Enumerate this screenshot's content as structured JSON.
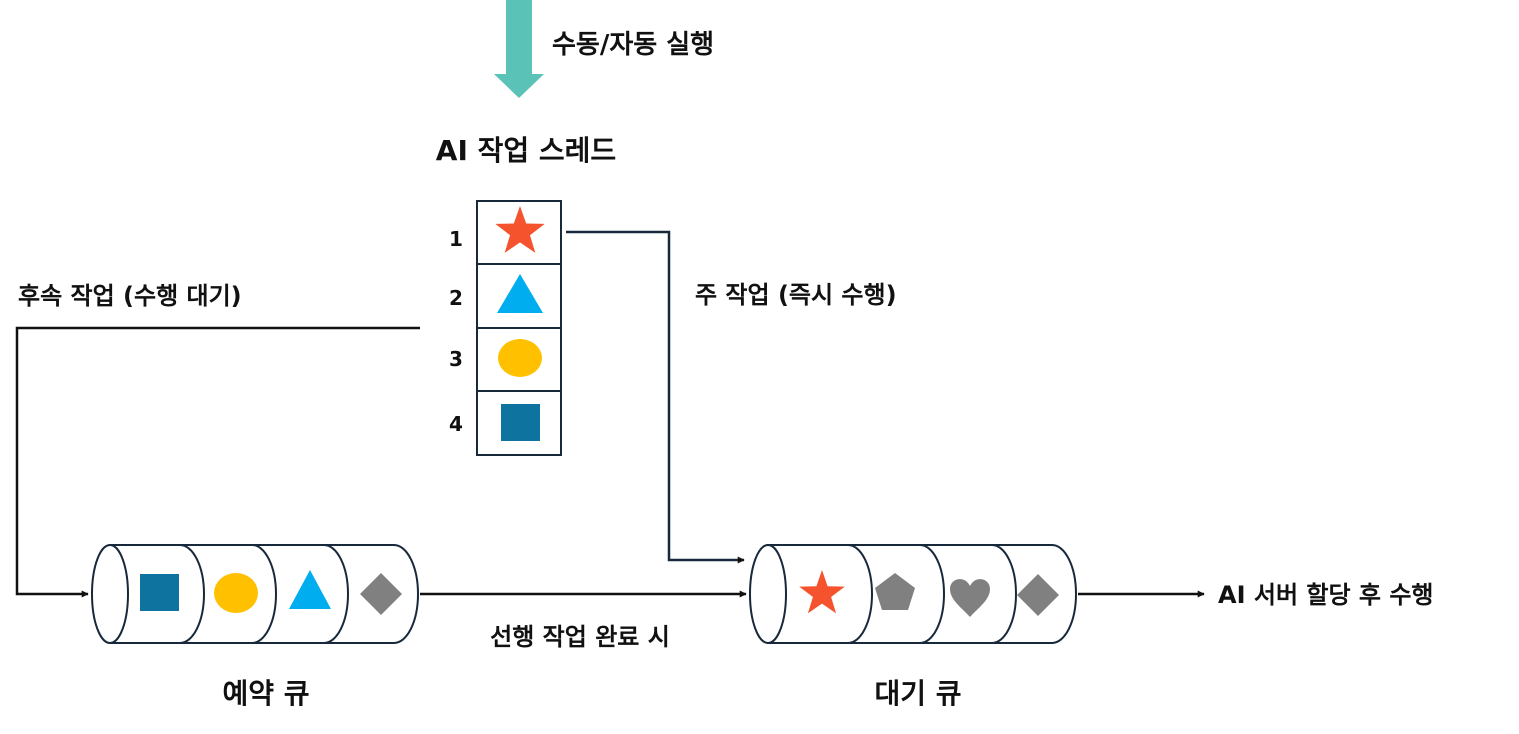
{
  "labels": {
    "trigger": "수동/자동 실행",
    "thread_title": "AI 작업 스레드",
    "follow_up": "후속 작업 (수행 대기)",
    "main_task": "주 작업 (즉시 수행)",
    "on_complete": "선행 작업 완료 시",
    "reserve_queue": "예약 큐",
    "wait_queue": "대기 큐",
    "output": "AI 서버 할당 후 수행"
  },
  "thread_rows": [
    {
      "num": "1",
      "shape": "star-icon"
    },
    {
      "num": "2",
      "shape": "triangle-icon"
    },
    {
      "num": "3",
      "shape": "circle-icon"
    },
    {
      "num": "4",
      "shape": "square-icon"
    }
  ],
  "reserve_queue_items": [
    "square-icon",
    "circle-icon",
    "triangle-icon",
    "diamond-icon"
  ],
  "wait_queue_items": [
    "star-icon",
    "pentagon-icon",
    "heart-icon",
    "diamond-icon"
  ],
  "colors": {
    "star": "#F4532E",
    "triangle": "#00AEEF",
    "circle": "#FFC000",
    "square": "#0F73A0",
    "gray": "#808080",
    "trigger_arrow": "#5BC2B8",
    "border": "#17293A"
  }
}
